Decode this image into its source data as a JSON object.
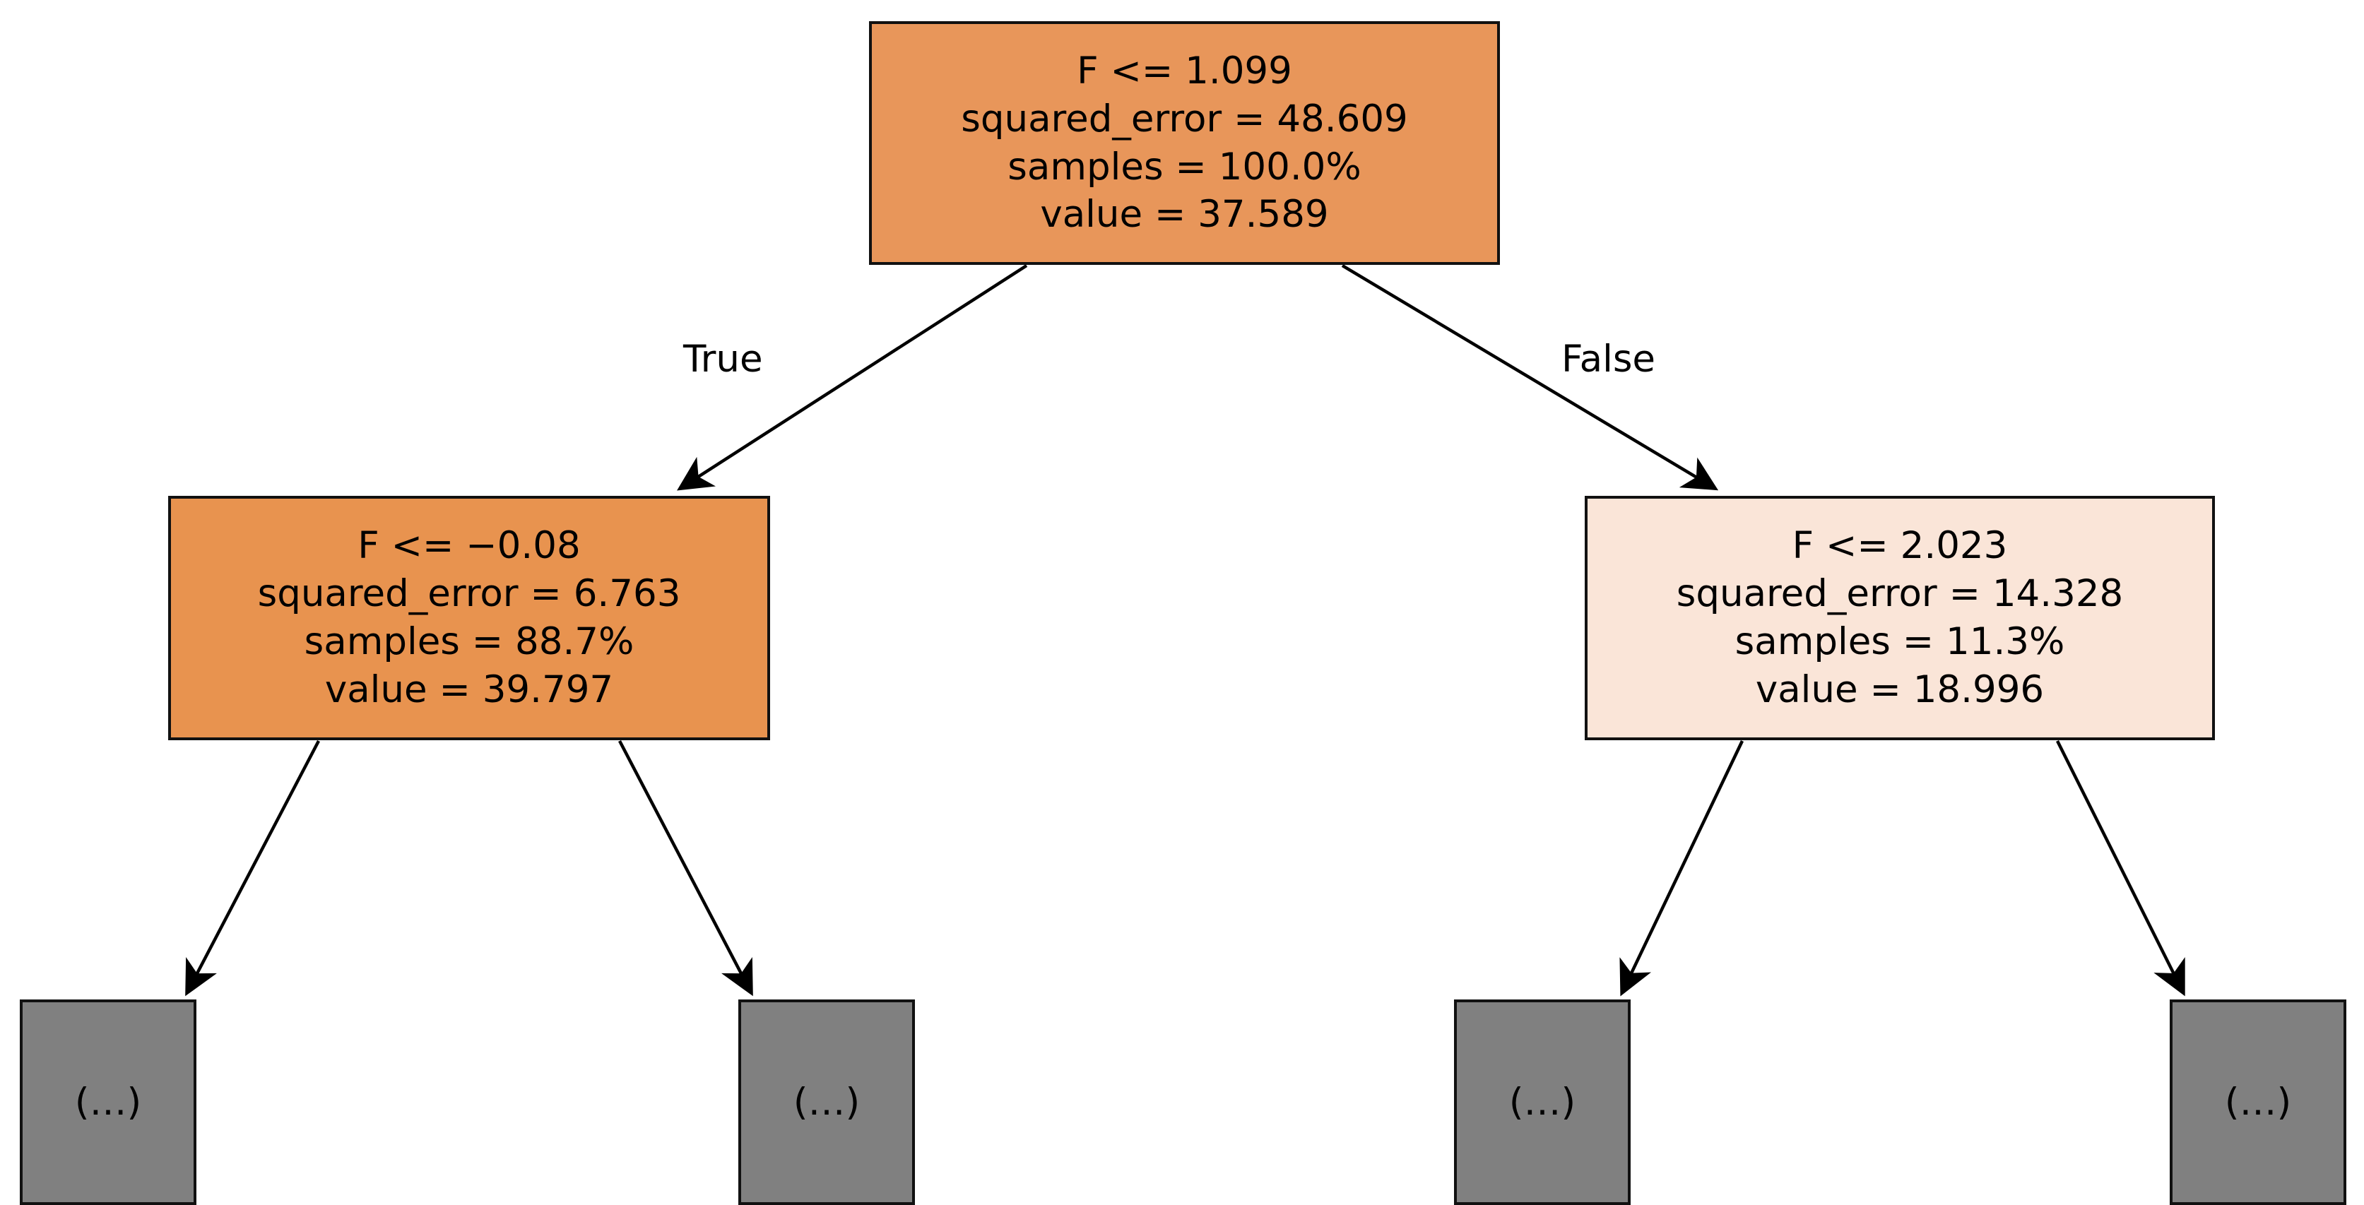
{
  "chart_data": {
    "type": "diagram",
    "diagram_kind": "decision-tree",
    "title": "",
    "criterion": "squared_error",
    "edge_labels": {
      "left": "True",
      "right": "False"
    },
    "truncation_marker": "(…)",
    "colors": {
      "root_fill": "#e8965a",
      "left_fill": "#e8934f",
      "right_fill": "#fae5d8",
      "leaf_fill": "#808080",
      "border": "#111111",
      "text": "#000000",
      "background": "#ffffff"
    },
    "nodes": [
      {
        "id": "root",
        "depth": 0,
        "kind": "decision",
        "fill": "#e8965a",
        "lines": [
          "F <= 1.099",
          "squared_error = 48.609",
          "samples = 100.0%",
          "value = 37.589"
        ],
        "feature": "F",
        "threshold": 1.099,
        "squared_error": 48.609,
        "samples_pct": "100.0%",
        "value": 37.589
      },
      {
        "id": "left",
        "depth": 1,
        "kind": "decision",
        "fill": "#e8934f",
        "lines": [
          "F <= −0.08",
          "squared_error = 6.763",
          "samples = 88.7%",
          "value = 39.797"
        ],
        "feature": "F",
        "threshold": -0.08,
        "squared_error": 6.763,
        "samples_pct": "88.7%",
        "value": 39.797
      },
      {
        "id": "right",
        "depth": 1,
        "kind": "decision",
        "fill": "#fae5d8",
        "lines": [
          "F <= 2.023",
          "squared_error = 14.328",
          "samples = 11.3%",
          "value = 18.996"
        ],
        "feature": "F",
        "threshold": 2.023,
        "squared_error": 14.328,
        "samples_pct": "11.3%",
        "value": 18.996
      },
      {
        "id": "leaf1",
        "depth": 2,
        "kind": "truncated",
        "fill": "#808080",
        "label": "(…)"
      },
      {
        "id": "leaf2",
        "depth": 2,
        "kind": "truncated",
        "fill": "#808080",
        "label": "(…)"
      },
      {
        "id": "leaf3",
        "depth": 2,
        "kind": "truncated",
        "fill": "#808080",
        "label": "(…)"
      },
      {
        "id": "leaf4",
        "depth": 2,
        "kind": "truncated",
        "fill": "#808080",
        "label": "(…)"
      }
    ],
    "edges": [
      {
        "from": "root",
        "to": "left",
        "label": "True"
      },
      {
        "from": "root",
        "to": "right",
        "label": "False"
      },
      {
        "from": "left",
        "to": "leaf1",
        "label": ""
      },
      {
        "from": "left",
        "to": "leaf2",
        "label": ""
      },
      {
        "from": "right",
        "to": "leaf3",
        "label": ""
      },
      {
        "from": "right",
        "to": "leaf4",
        "label": ""
      }
    ]
  },
  "tree": {
    "root": {
      "l0": "F <= 1.099",
      "l1": "squared_error = 48.609",
      "l2": "samples = 100.0%",
      "l3": "value = 37.589"
    },
    "left": {
      "l0": "F <= −0.08",
      "l1": "squared_error = 6.763",
      "l2": "samples = 88.7%",
      "l3": "value = 39.797"
    },
    "right": {
      "l0": "F <= 2.023",
      "l1": "squared_error = 14.328",
      "l2": "samples = 11.3%",
      "l3": "value = 18.996"
    },
    "leaves": {
      "one": "(…)",
      "two": "(…)",
      "three": "(…)",
      "four": "(…)"
    },
    "labels": {
      "true": "True",
      "false": "False"
    }
  }
}
